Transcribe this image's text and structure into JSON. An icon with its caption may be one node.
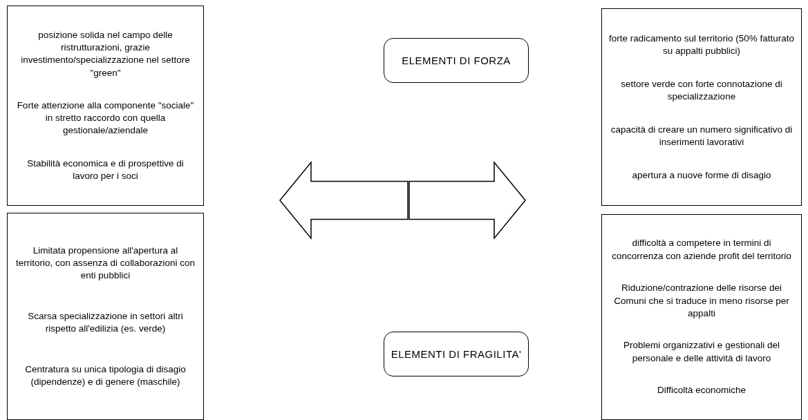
{
  "diagram": {
    "nodes": [
      {
        "text": [
          "posizione solida nel campo delle ristrutturazioni, grazie investimento/specializzazione nel settore \"green\"",
          "Forte attenzione alla componente \"sociale\" in stretto raccordo con quella gestionale/aziendale",
          "Stabilità economica e di prospettive di lavoro per i soci"
        ]
      },
      {
        "text": [
          "ELEMENTI DI FORZA"
        ]
      },
      {
        "text": [
          "forte radicamento sul territorio (50% fatturato su appalti pubblici)",
          "settore verde con forte connotazione di specializzazione",
          "capacità di creare un numero significativo di inserimenti lavorativi",
          "apertura a nuove forme di disagio"
        ]
      },
      {
        "text": [],
        "shape": "arrow"
      },
      {
        "text": [],
        "shape": "arrow"
      },
      {
        "text": [
          "Limitata propensione all'apertura al territorio, con assenza di collaborazioni con enti pubblici",
          "Scarsa specializzazione in settori altri rispetto all'edilizia (es. verde)",
          "Centratura su unica tipologia di disagio (dipendenze) e di genere (maschile)"
        ]
      },
      {
        "text": [
          "ELEMENTI DI FRAGILITA'"
        ]
      },
      {
        "text": [
          "difficoltà a competere in termini di concorrenza con aziende profit del territorio",
          "Riduzione/contrazione delle risorse dei Comuni che si traduce in meno risorse per appalti",
          "Problemi organizzativi e gestionali del personale e delle attività di lavoro",
          "Difficoltà economiche"
        ]
      }
    ],
    "edges": []
  }
}
